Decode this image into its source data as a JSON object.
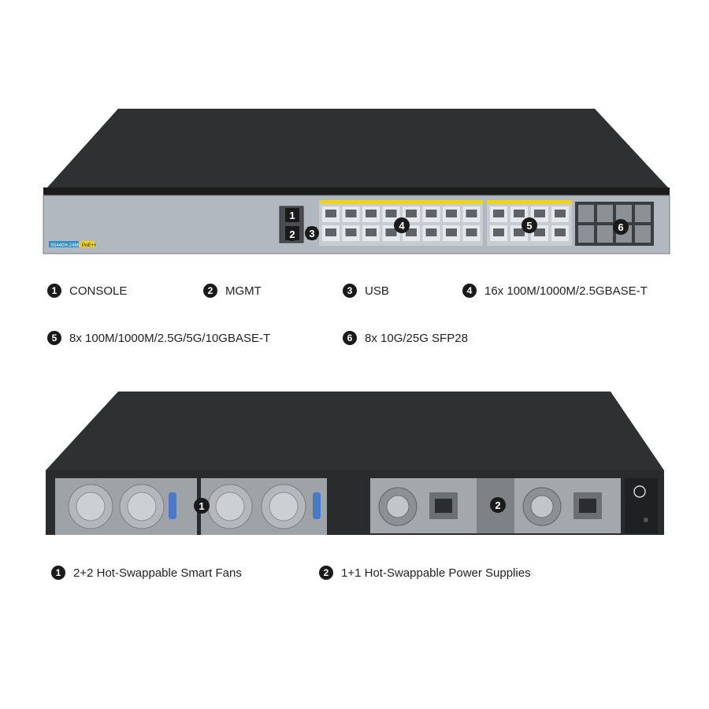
{
  "front": {
    "model_label": "S5440H-24MU",
    "poe_label": "PoE++",
    "legend": [
      {
        "num": "1",
        "label": "CONSOLE"
      },
      {
        "num": "2",
        "label": "MGMT"
      },
      {
        "num": "3",
        "label": "USB"
      },
      {
        "num": "4",
        "label": "16x 100M/1000M/2.5GBASE-T"
      },
      {
        "num": "5",
        "label": "8x 100M/1000M/2.5G/5G/10GBASE-T"
      },
      {
        "num": "6",
        "label": "8x 10G/25G SFP28"
      }
    ]
  },
  "back": {
    "legend": [
      {
        "num": "1",
        "label": "2+2 Hot-Swappable Smart Fans"
      },
      {
        "num": "2",
        "label": "1+1 Hot-Swappable Power Supplies"
      }
    ]
  }
}
